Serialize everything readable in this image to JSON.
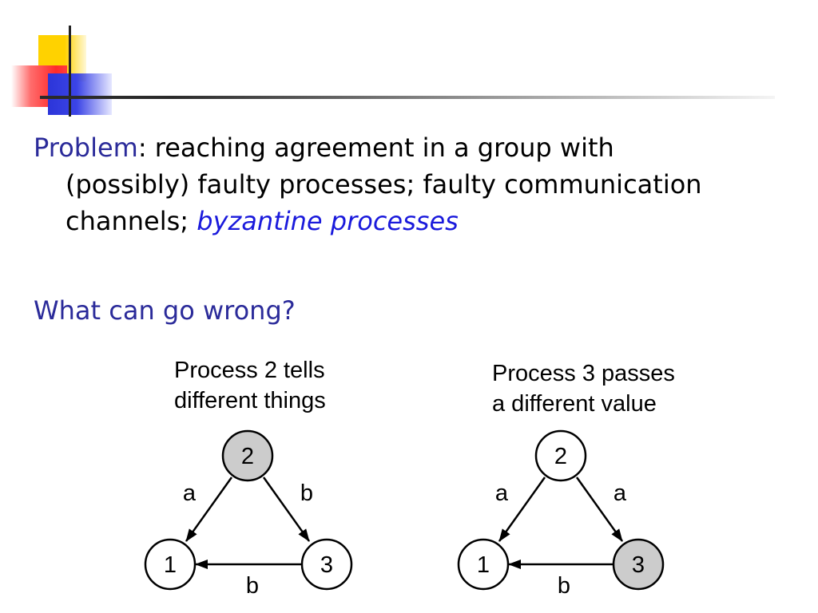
{
  "slide": {
    "problem_label": "Problem",
    "problem_text_1": ": reaching agreement in a group with",
    "problem_text_2": "(possibly) faulty processes; faulty communication",
    "problem_text_3": "channels; ",
    "problem_emphasis": "byzantine processes",
    "question": "What can go wrong?"
  },
  "diagrams": [
    {
      "caption_line1": "Process 2 tells",
      "caption_line2": "different things",
      "nodes": [
        {
          "label": "2",
          "fill": "#cccccc"
        },
        {
          "label": "1",
          "fill": "#ffffff"
        },
        {
          "label": "3",
          "fill": "#ffffff"
        }
      ],
      "edge_labels": {
        "left": "a",
        "right": "b",
        "bottom": "b"
      }
    },
    {
      "caption_line1": "Process 3 passes",
      "caption_line2": "a different value",
      "nodes": [
        {
          "label": "2",
          "fill": "#ffffff"
        },
        {
          "label": "1",
          "fill": "#ffffff"
        },
        {
          "label": "3",
          "fill": "#cccccc"
        }
      ],
      "edge_labels": {
        "left": "a",
        "right": "a",
        "bottom": "b"
      }
    }
  ],
  "colors": {
    "accent_blue": "#2b2b9a",
    "emphasis_blue": "#1a1adc",
    "faulty_node_fill": "#cccccc"
  }
}
